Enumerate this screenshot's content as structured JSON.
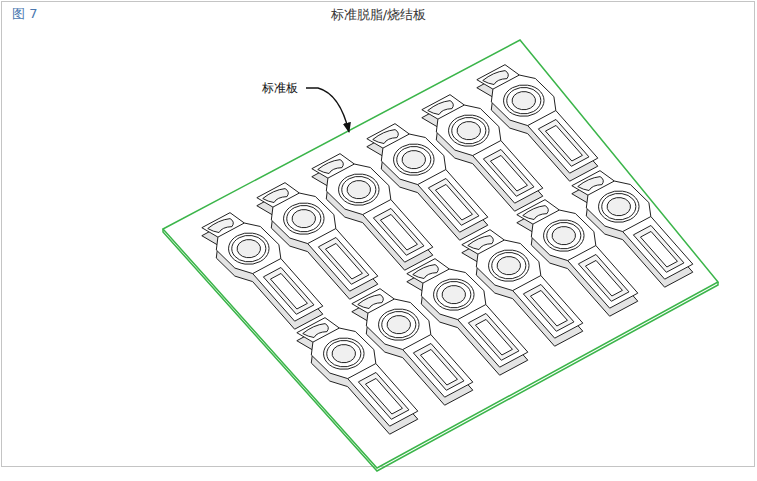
{
  "diagram": {
    "title": "标准脱脂/烧结板",
    "labels": [
      "图 7",
      "标准板"
    ]
  }
}
